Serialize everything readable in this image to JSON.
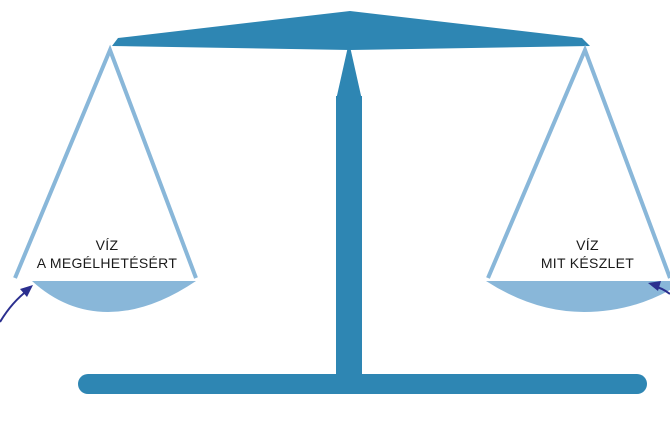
{
  "colors": {
    "beam": "#2e86b3",
    "strings": "#89b7d9",
    "pan_fill": "#89b7d9",
    "arrow": "#2b2f8f",
    "text": "#1a1a1a"
  },
  "left_pan": {
    "line1": "VÍZ",
    "line2": "A MEGÉLHETÉSÉRT"
  },
  "right_pan": {
    "line1": "VÍZ",
    "line2": "MIT KÉSZLET"
  }
}
